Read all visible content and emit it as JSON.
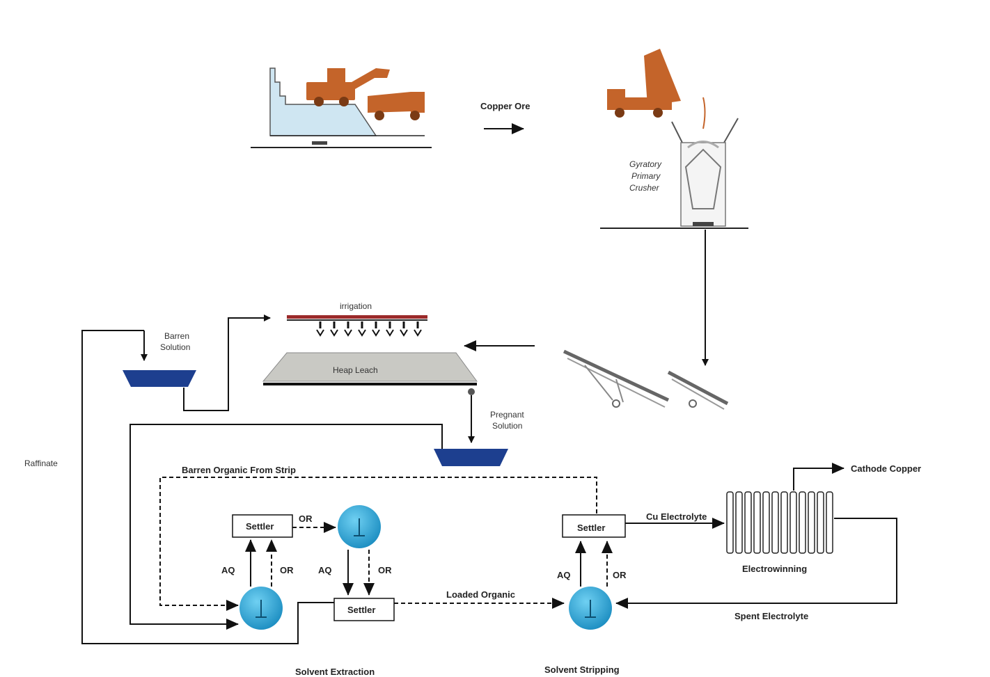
{
  "labels": {
    "copper_ore": "Copper Ore",
    "gyratory_primary_crusher": [
      "Gyratory",
      "Primary",
      "Crusher"
    ],
    "irrigation": "irrigation",
    "barren_solution": [
      "Barren",
      "Solution"
    ],
    "heap_leach": "Heap Leach",
    "pregnant_solution": [
      "Pregnant",
      "Solution"
    ],
    "raffinate": "Raffinate",
    "barren_organic_from_strip": "Barren Organic From Strip",
    "settler": "Settler",
    "or": "OR",
    "aq": "AQ",
    "cu_electrolyte": "Cu Electrolyte",
    "cathode_copper": "Cathode Copper",
    "electrowinning": "Electrowinning",
    "loaded_organic": "Loaded Organic",
    "spent_electrolyte": "Spent Electrolyte",
    "solvent_extraction": "Solvent Extraction",
    "solvent_stripping": "Solvent Stripping"
  },
  "colors": {
    "equipment_orange": "#c4642a",
    "tank_blue": "#1d3f8f",
    "mixer_cyan": "#2aa6d6",
    "pit_fill": "#cfe6f2",
    "heap_gray": "#c9c9c4",
    "irrigation_red": "#9b2a2a"
  },
  "icons": [
    "excavator-icon",
    "haul-truck-icon",
    "dump-truck-icon",
    "gyratory-crusher-icon",
    "conveyor-icon",
    "sprinkler-icon",
    "tank-icon",
    "mixer-icon",
    "electrowinning-cell-icon"
  ]
}
